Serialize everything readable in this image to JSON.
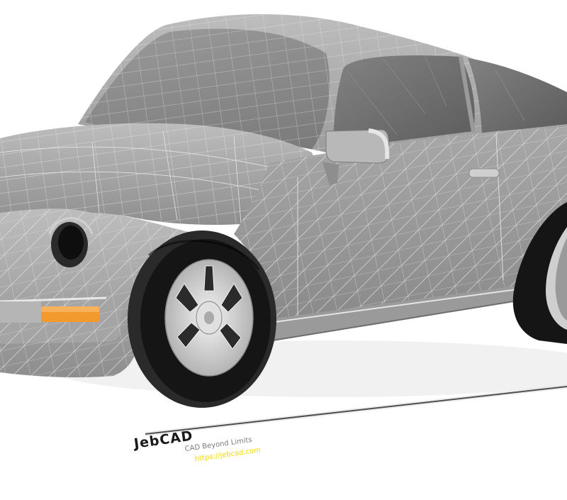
{
  "image": {
    "subject": "wireframe-shaded car model",
    "watermark": {
      "title": "JebCAD",
      "tagline": "CAD Beyond Limits",
      "url": "https://jebcad.com"
    }
  },
  "colors": {
    "background": "#ffffff",
    "body": "#9c9c9c",
    "body_light": "#b9b9b9",
    "body_dark": "#7d7d7d",
    "glass": "#6a6a6a",
    "tire": "#151515",
    "rim": "#d6d6d6",
    "indicator": "#f29a2e",
    "mesh_lines": "#e6e6e6",
    "watermark_url": "#f2dc00"
  }
}
